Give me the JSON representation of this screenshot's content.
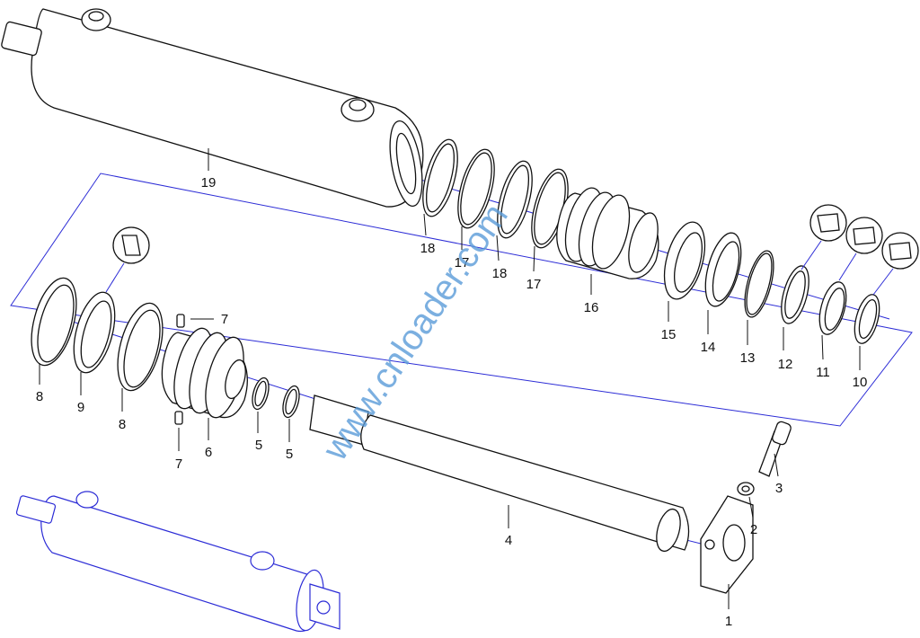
{
  "diagram": {
    "watermark": "www.cnloader.com",
    "callouts": {
      "c1": "1",
      "c2": "2",
      "c3": "3",
      "c4": "4",
      "c5a": "5",
      "c5b": "5",
      "c6": "6",
      "c7a": "7",
      "c7b": "7",
      "c8a": "8",
      "c8b": "8",
      "c9": "9",
      "c10": "10",
      "c11": "11",
      "c12": "12",
      "c13": "13",
      "c14": "14",
      "c15": "15",
      "c16": "16",
      "c17a": "17",
      "c17b": "17",
      "c18a": "18",
      "c18b": "18",
      "c19": "19"
    },
    "colors": {
      "frame": "#2c2cd6",
      "watermark": "#5a9bd8",
      "ink": "#111111"
    }
  }
}
